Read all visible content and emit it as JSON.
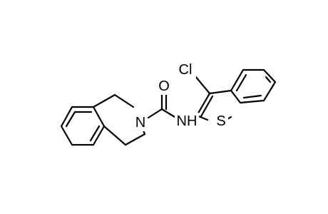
{
  "molecule": {
    "atoms": {
      "oxygen": "O",
      "nitrogen_ring": "N",
      "amide_nh": "NH",
      "chlorine": "Cl",
      "sulfur": "S"
    }
  },
  "colors": {
    "bond": "#000000",
    "label": "#000000",
    "background": "#ffffff"
  }
}
